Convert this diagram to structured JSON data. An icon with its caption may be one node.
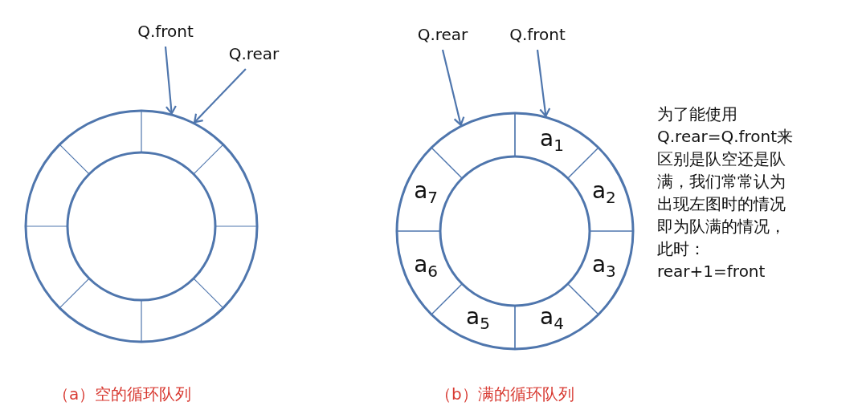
{
  "diagram": {
    "nodes": [
      {
        "text": [
          "Q.front"
        ]
      },
      {
        "text": [
          "Q.rear"
        ]
      },
      {
        "text": [],
        "shape": "circle"
      },
      {
        "text": [
          "Q.rear"
        ]
      },
      {
        "text": [
          "Q.front"
        ]
      },
      {
        "text": [],
        "shape": "circle"
      },
      {
        "text": [
          "a$_{1}$"
        ],
        "in": 5
      },
      {
        "text": [
          "a$_{2}$"
        ],
        "in": 5
      },
      {
        "text": [
          "a$_{3}$"
        ],
        "in": 5
      },
      {
        "text": [
          "a$_{4}$"
        ],
        "in": 5
      },
      {
        "text": [
          "a$_{5}$"
        ],
        "in": 5
      },
      {
        "text": [
          "a$_{6}$"
        ],
        "in": 5
      },
      {
        "text": [
          "a$_{7}$"
        ],
        "in": 5
      },
      {
        "text": [],
        "shape": "box",
        "in": 5
      }
    ],
    "edges": [
      {
        "from": 0,
        "to": 2,
        "arrow": "to"
      },
      {
        "from": 1,
        "to": 2,
        "arrow": "to"
      },
      {
        "from": 3,
        "to": 13,
        "arrow": "to"
      },
      {
        "from": 4,
        "to": 6,
        "arrow": "to"
      }
    ],
    "labels": [
      "为了能使用Q.rear=Q.front来区别是队空还是队满，我们常常认为出现左图时的情况即为队满的情况，此时：rear+1=front",
      "（a）空的循环队列",
      "（b）满的循环队列"
    ]
  }
}
